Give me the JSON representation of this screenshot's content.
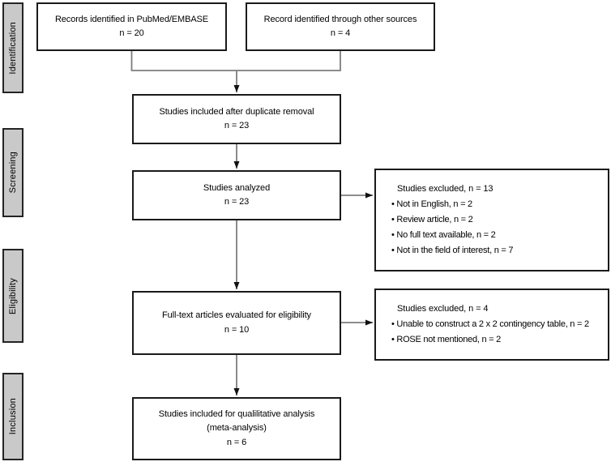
{
  "stages": [
    {
      "label": "Identification"
    },
    {
      "label": "Screening"
    },
    {
      "label": "Eligibility"
    },
    {
      "label": "Inclusion"
    }
  ],
  "boxes": {
    "records_pubmed": {
      "line1": "Records identified in PubMed/EMBASE",
      "line2": "n = 20"
    },
    "records_other": {
      "line1": "Record identified through other sources",
      "line2": "n = 4"
    },
    "after_duplicates": {
      "line1": "Studies included after duplicate removal",
      "line2": "n = 23"
    },
    "analyzed": {
      "line1": "Studies analyzed",
      "line2": "n = 23"
    },
    "excluded_screening": {
      "title": "Studies excluded, n = 13",
      "items": [
        "Not in English, n = 2",
        "Review article, n = 2",
        "No full text available, n = 2",
        "Not in the field of interest, n = 7"
      ]
    },
    "fulltext": {
      "line1": "Full-text articles evaluated for eligibility",
      "line2": "n = 10"
    },
    "excluded_eligibility": {
      "title": "Studies excluded, n = 4",
      "items": [
        "Unable to construct a 2 x 2 contingency table, n = 2",
        "ROSE not mentioned, n = 2"
      ]
    },
    "included_final": {
      "line1": "Studies included for qualilitative analysis",
      "line2": "(meta-analysis)",
      "line3": "n = 6"
    }
  },
  "colors": {
    "background": "#ffffff",
    "stage_fill": "#c9c9c9",
    "stage_border": "#242424",
    "box_border": "#1a1a1a",
    "connector_line": "#7d7d7d",
    "arrowhead": "#111111",
    "text": "#000000"
  }
}
